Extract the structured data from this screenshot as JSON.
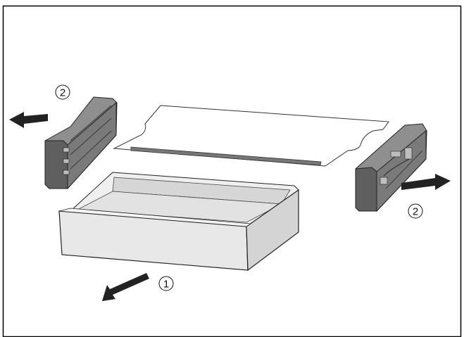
{
  "figure": {
    "callouts": [
      {
        "id": "drawer",
        "label": "1"
      },
      {
        "id": "left-bracket",
        "label": "2"
      },
      {
        "id": "right-bracket",
        "label": "2"
      }
    ]
  },
  "colors": {
    "frame": "#000000",
    "bracket_dark": "#6b6b6b",
    "bracket_light": "#9a9a9a",
    "drawer_fill": "#e6e6e6",
    "drawer_inner": "#d9d9d9",
    "glass_fill": "#ffffff",
    "arrow": "#222222"
  }
}
